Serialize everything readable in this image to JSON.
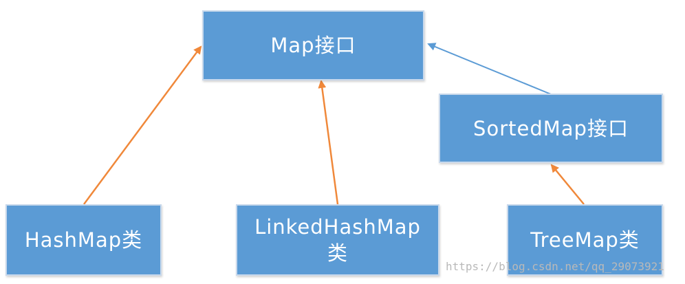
{
  "nodes": {
    "map_interface": "Map接口",
    "sortedmap_interface": "SortedMap接口",
    "hashmap_class": "HashMap类",
    "linkedhashmap_class": "LinkedHashMap\n类",
    "treemap_class": "TreeMap类"
  },
  "watermark": "https://blog.csdn.net/qq_29073921",
  "colors": {
    "node_fill": "#5b9bd5",
    "node_text": "#ffffff",
    "node_border": "#c9d9ec",
    "orange_arrow": "#f0883a",
    "blue_arrow": "#5b9bd5",
    "watermark": "#b9b9b9"
  }
}
